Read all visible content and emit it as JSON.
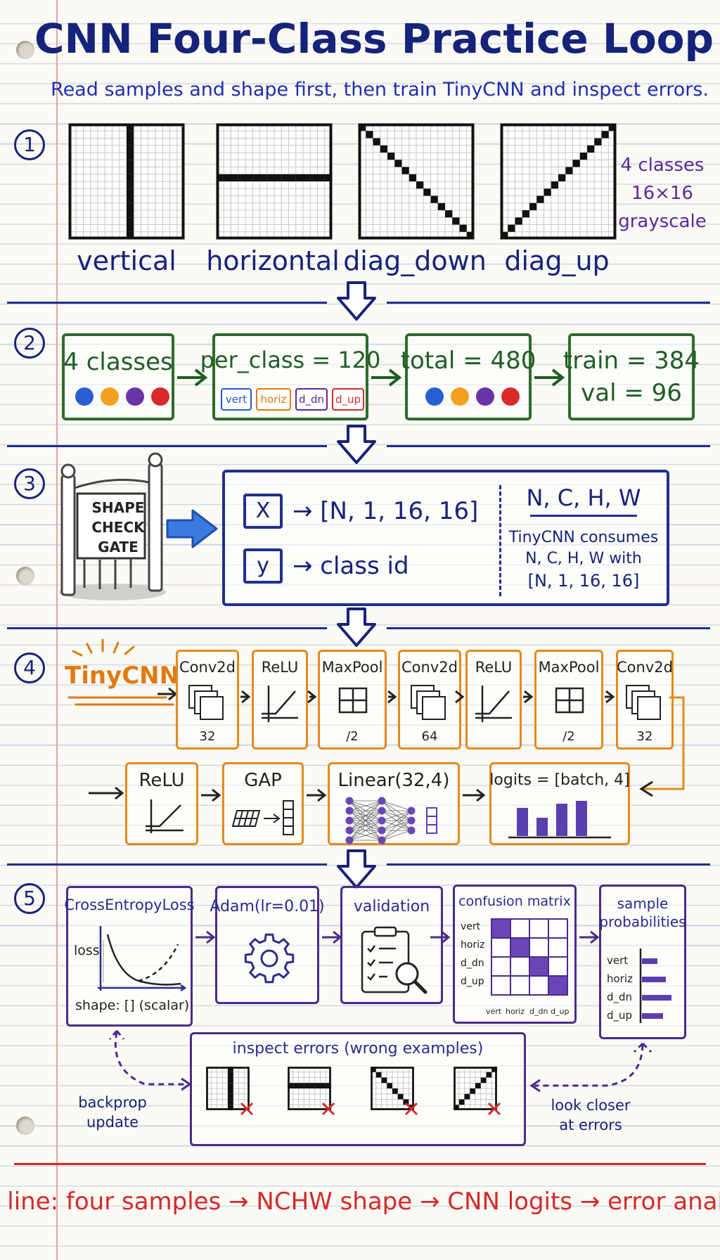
{
  "title": "CNN Four-Class Practice Loop",
  "subtitle": "Read samples and shape first, then train TinyCNN and inspect errors.",
  "steps": [
    "1",
    "2",
    "3",
    "4",
    "5"
  ],
  "colors": {
    "navy": "#16237a",
    "purple": "#5b2a9c",
    "orange": "#e07b12",
    "green": "#2e6b2a",
    "red": "#d42a2a",
    "blue": "#1f5ccf"
  },
  "step1": {
    "classes": [
      "vertical",
      "horizontal",
      "diag_down",
      "diag_up"
    ],
    "note": [
      "4 classes",
      "16×16",
      "grayscale"
    ]
  },
  "step2": {
    "box1": "4 classes",
    "box2": "per_class = 120",
    "tags": [
      "vert",
      "horiz",
      "d_dn",
      "d_up"
    ],
    "box3": "total = 480",
    "box4_line1": "train = 384",
    "box4_line2": "val = 96"
  },
  "step3": {
    "gate": [
      "SHAPE",
      "CHECK",
      "GATE"
    ],
    "x_label": "X",
    "x_shape": "→ [N, 1, 16, 16]",
    "y_label": "y",
    "y_text": "→ class id",
    "nchw": "N, C, H, W",
    "note": [
      "TinyCNN consumes",
      "N, C, H, W with",
      "[N, 1, 16, 16]"
    ]
  },
  "step4": {
    "name": "TinyCNN",
    "row1": [
      {
        "label": "Conv2d",
        "sub": "32"
      },
      {
        "label": "ReLU",
        "sub": ""
      },
      {
        "label": "MaxPool",
        "sub": "/2"
      },
      {
        "label": "Conv2d",
        "sub": "64"
      },
      {
        "label": "ReLU",
        "sub": ""
      },
      {
        "label": "MaxPool",
        "sub": "/2"
      },
      {
        "label": "Conv2d",
        "sub": "32"
      }
    ],
    "row2": [
      "ReLU",
      "GAP",
      "Linear(32,4)",
      "logits = [batch, 4]"
    ]
  },
  "step5": {
    "loss_title": "CrossEntropyLoss",
    "loss_axis": "loss",
    "loss_shape": "shape: [] (scalar)",
    "adam": "Adam(lr=0.01)",
    "validation": "validation",
    "confusion_title": "confusion matrix",
    "confusion_rows": [
      "vert",
      "horiz",
      "d_dn",
      "d_up"
    ],
    "confusion_cols": [
      "vert",
      "horiz",
      "d_dn",
      "d_up"
    ],
    "probs_title": [
      "sample",
      "probabilities"
    ],
    "probs_rows": [
      "vert",
      "horiz",
      "d_dn",
      "d_up"
    ],
    "inspect_title": "inspect errors (wrong examples)",
    "backprop": [
      "backprop",
      "update"
    ],
    "look": [
      "look closer",
      "at errors"
    ]
  },
  "footer": "Main line: four samples → NCHW shape → CNN logits → error analysis."
}
